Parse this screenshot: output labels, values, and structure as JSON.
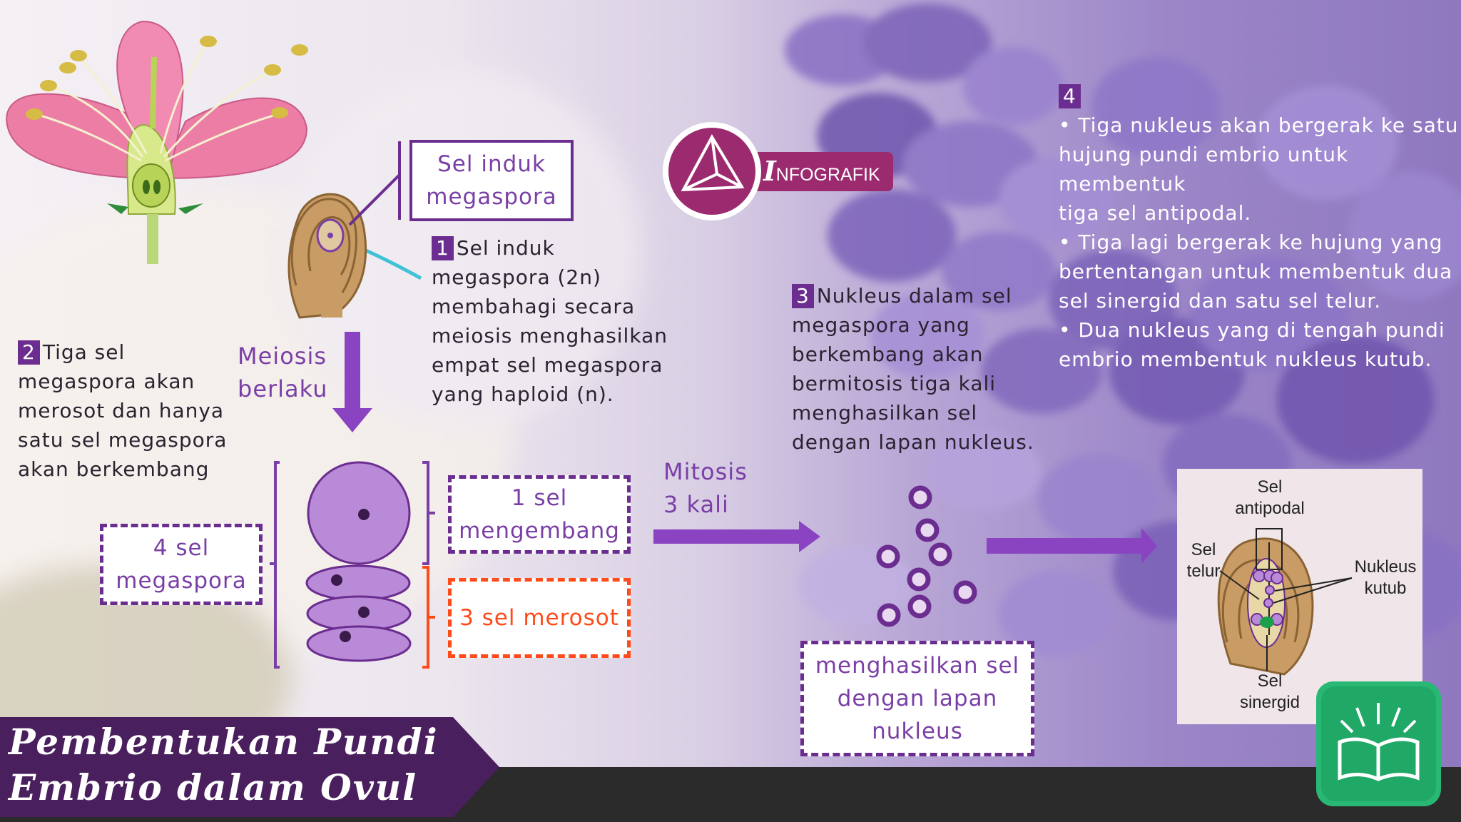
{
  "title": {
    "line1": "Pembentukan Pundi",
    "line2": "Embrio dalam Ovul"
  },
  "logo": {
    "letter": "I",
    "rest": "NFOGRAFIK"
  },
  "labels": {
    "sel_induk_box": {
      "line1": "Sel induk",
      "line2": "megaspora"
    },
    "meiosis": {
      "line1": "Meiosis",
      "line2": "berlaku"
    },
    "four_cells": {
      "line1": "4 sel",
      "line2": "megaspora"
    },
    "one_cell": {
      "line1": "1 sel",
      "line2": "mengembang"
    },
    "three_cells": "3 sel merosot",
    "mitosis": {
      "line1": "Mitosis",
      "line2": "3 kali"
    },
    "eight_nuclei": {
      "line1": "menghasilkan sel",
      "line2": "dengan lapan",
      "line3": "nukleus"
    }
  },
  "steps": {
    "s1": {
      "num": "1",
      "lines": [
        "Sel induk",
        "megaspora (2n)",
        "membahagi secara",
        "meiosis menghasilkan",
        "empat sel megaspora",
        "yang haploid (n)."
      ]
    },
    "s2": {
      "num": "2",
      "lines": [
        "Tiga sel",
        "megaspora akan",
        "merosot dan hanya",
        "satu sel megaspora",
        "akan berkembang"
      ]
    },
    "s3": {
      "num": "3",
      "lines": [
        "Nukleus dalam sel",
        "megaspora yang",
        "berkembang akan",
        "bermitosis tiga kali",
        "menghasilkan sel",
        "dengan lapan nukleus."
      ]
    },
    "s4": {
      "num": "4",
      "lines": [
        "• Tiga nukleus akan bergerak ke satu",
        "hujung pundi embrio untuk membentuk",
        "tiga sel antipodal.",
        "• Tiga lagi bergerak ke hujung yang",
        "bertentangan untuk membentuk dua",
        "sel sinergid dan satu sel telur.",
        "• Dua nukleus yang di tengah pundi",
        "embrio membentuk nukleus kutub."
      ]
    }
  },
  "embryo_sac": {
    "antipodal": {
      "line1": "Sel",
      "line2": "antipodal"
    },
    "telur": {
      "line1": "Sel",
      "line2": "telur"
    },
    "kutub": {
      "line1": "Nukleus",
      "line2": "kutub"
    },
    "sinergid": {
      "line1": "Sel",
      "line2": "sinergid"
    }
  },
  "colors": {
    "accent": "#6b2d8f",
    "red": "#ff4a1a",
    "cell": "#b98ad8",
    "logo": "#9c2a6e",
    "title_band": "#4a1f5e"
  }
}
